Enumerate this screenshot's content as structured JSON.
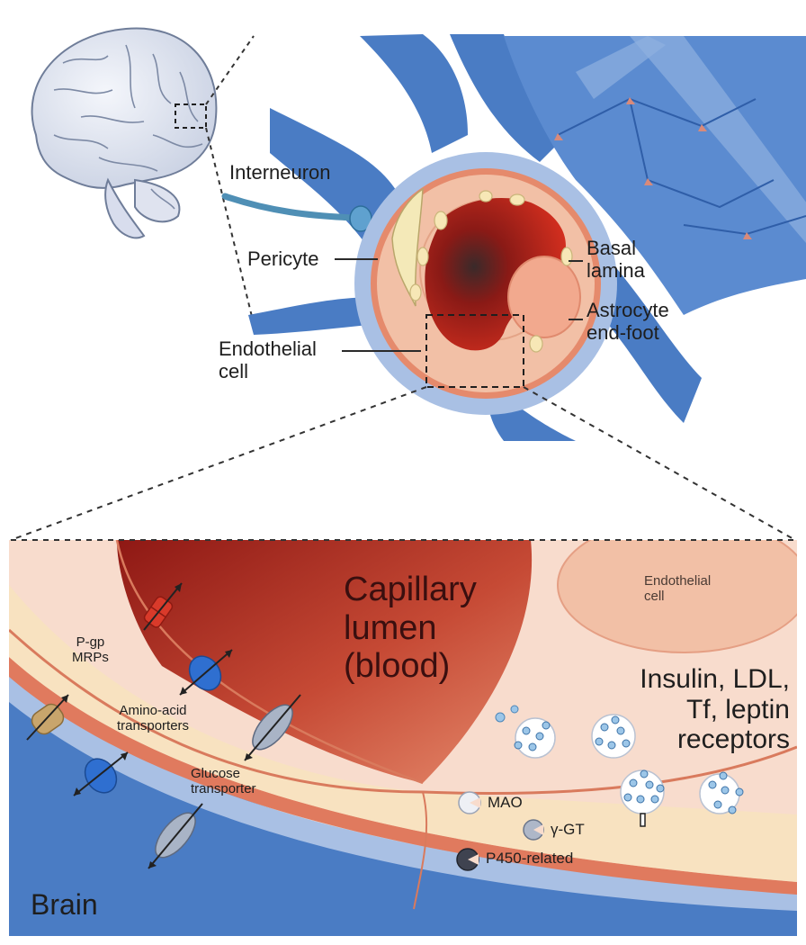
{
  "labels": {
    "interneuron": "Interneuron",
    "pericyte": "Pericyte",
    "endothelial_cell_top": "Endothelial\ncell",
    "basal_lamina": "Basal\nlamina",
    "astrocyte_end_foot": "Astrocyte\nend-foot",
    "pgp_mrps": "P-gp\nMRPs",
    "amino_acid_transporters": "Amino-acid\ntransporters",
    "glucose_transporter": "Glucose\ntransporter",
    "capillary_lumen": "Capillary\nlumen\n(blood)",
    "endothelial_cell_bottom": "Endothelial\ncell",
    "receptors": "Insulin, LDL,\nTf, leptin\nreceptors",
    "mao": "MAO",
    "gamma_gt": "γ-GT",
    "p450": "P450-related",
    "brain": "Brain"
  },
  "colors": {
    "astrocyte_blue": "#4a7cc4",
    "basal_lamina_blue": "#a9c0e4",
    "endothelium_peach": "#f2c0a6",
    "lumen_red": "#c8281e",
    "pgp_red": "#d93a2a",
    "transporter_blue": "#2f6fd0"
  }
}
